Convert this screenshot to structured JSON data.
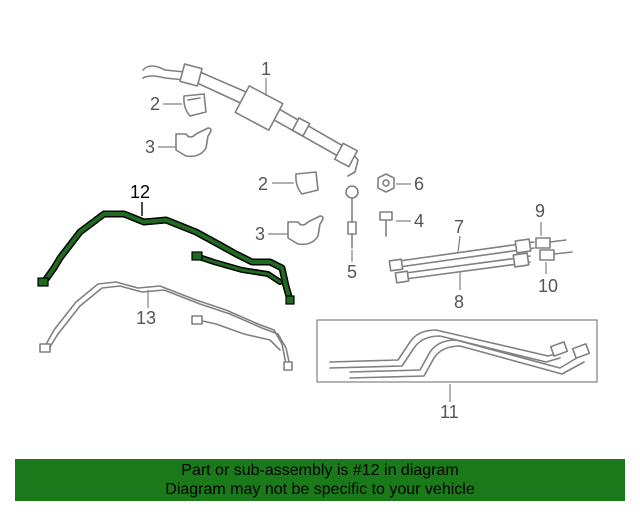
{
  "diagram": {
    "callouts": {
      "c1": "1",
      "c2a": "2",
      "c2b": "2",
      "c3a": "3",
      "c3b": "3",
      "c4": "4",
      "c5": "5",
      "c6": "6",
      "c7": "7",
      "c8": "8",
      "c9": "9",
      "c10": "10",
      "c11": "11",
      "c12": "12",
      "c13": "13"
    },
    "highlight_color": "#1f6b1f"
  },
  "banner": {
    "line1": "Part or sub-assembly is #12 in diagram",
    "line2": "Diagram may not be specific to your vehicle",
    "color": "#1a7a1a"
  }
}
